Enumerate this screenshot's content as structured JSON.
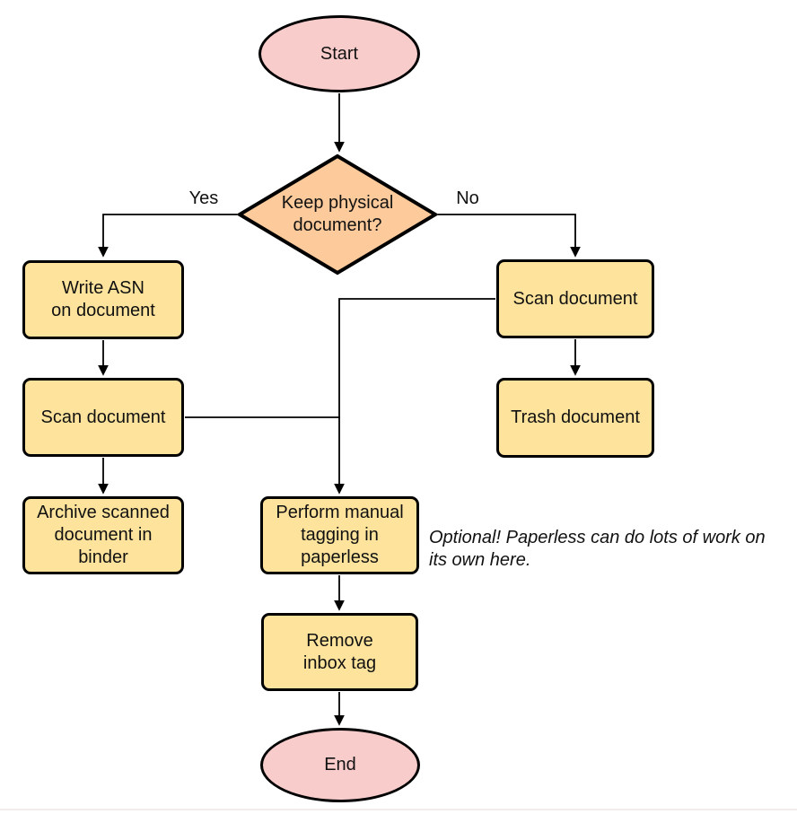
{
  "diagram": {
    "colors": {
      "terminal_fill": "#f9cccc",
      "decision_fill": "#fdca9b",
      "process_fill": "#fee39c",
      "stroke": "#000000",
      "divider": "#f3ecec"
    },
    "nodes": [
      {
        "id": "start",
        "type": "terminal",
        "label": "Start"
      },
      {
        "id": "decision",
        "type": "decision",
        "label": "Keep physical\ndocument?"
      },
      {
        "id": "write-asn",
        "type": "process",
        "label": "Write ASN\non document"
      },
      {
        "id": "scan-left",
        "type": "process",
        "label": "Scan document"
      },
      {
        "id": "archive",
        "type": "process",
        "label": "Archive scanned\ndocument in\nbinder"
      },
      {
        "id": "scan-right",
        "type": "process",
        "label": "Scan document"
      },
      {
        "id": "trash",
        "type": "process",
        "label": "Trash document"
      },
      {
        "id": "tagging",
        "type": "process",
        "label": "Perform manual\ntagging in\npaperless"
      },
      {
        "id": "remove-inbox",
        "type": "process",
        "label": "Remove\ninbox tag"
      },
      {
        "id": "end",
        "type": "terminal",
        "label": "End"
      }
    ],
    "edges": [
      {
        "from": "start",
        "to": "decision",
        "label": ""
      },
      {
        "from": "decision",
        "to": "write-asn",
        "label": "Yes"
      },
      {
        "from": "decision",
        "to": "scan-right",
        "label": "No"
      },
      {
        "from": "write-asn",
        "to": "scan-left",
        "label": ""
      },
      {
        "from": "scan-left",
        "to": "archive",
        "label": ""
      },
      {
        "from": "scan-left",
        "to": "tagging",
        "label": ""
      },
      {
        "from": "scan-right",
        "to": "trash",
        "label": ""
      },
      {
        "from": "scan-right",
        "to": "tagging",
        "label": ""
      },
      {
        "from": "tagging",
        "to": "remove-inbox",
        "label": ""
      },
      {
        "from": "remove-inbox",
        "to": "end",
        "label": ""
      }
    ],
    "annotation": "Optional! Paperless can do lots of work on\nits own here."
  }
}
